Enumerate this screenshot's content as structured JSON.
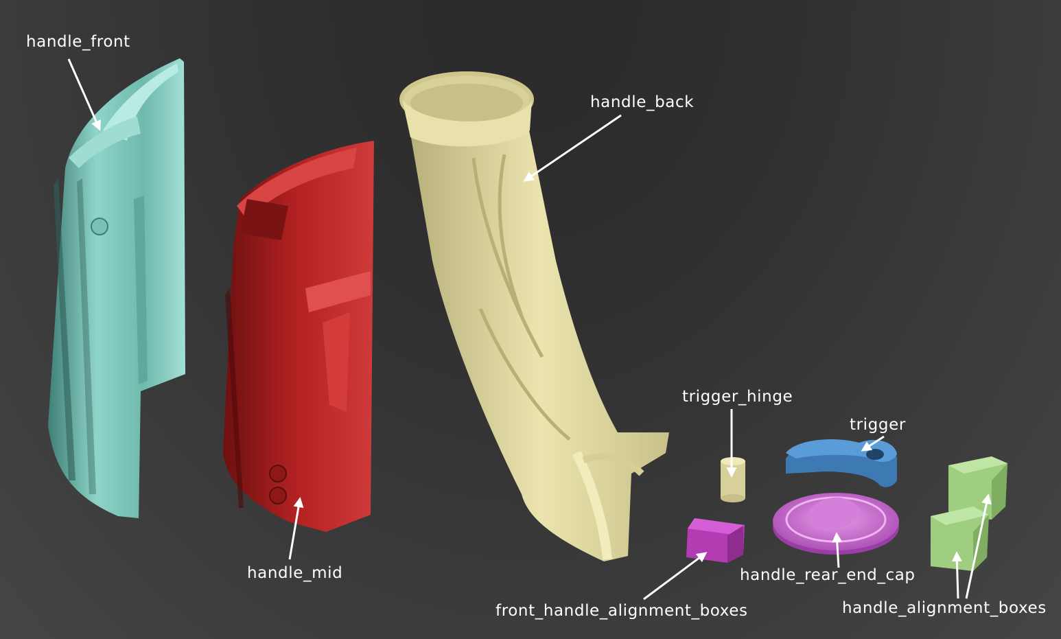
{
  "labels": {
    "handle_front": "handle_front",
    "handle_mid": "handle_mid",
    "handle_back": "handle_back",
    "trigger_hinge": "trigger_hinge",
    "trigger": "trigger",
    "handle_rear_end_cap": "handle_rear_end_cap",
    "front_handle_alignment_boxes": "front_handle_alignment_boxes",
    "handle_alignment_boxes": "handle_alignment_boxes"
  },
  "colors": {
    "background": "#333333",
    "handle_front": "#7fc9bd",
    "handle_mid": "#b3201f",
    "handle_back": "#e0d9a0",
    "trigger_hinge": "#e0d9a0",
    "trigger": "#4a8ac4",
    "handle_rear_end_cap": "#c966d4",
    "front_handle_alignment_boxes": "#c94fc9",
    "handle_alignment_boxes": "#a9d68a",
    "annotation": "#ffffff"
  }
}
